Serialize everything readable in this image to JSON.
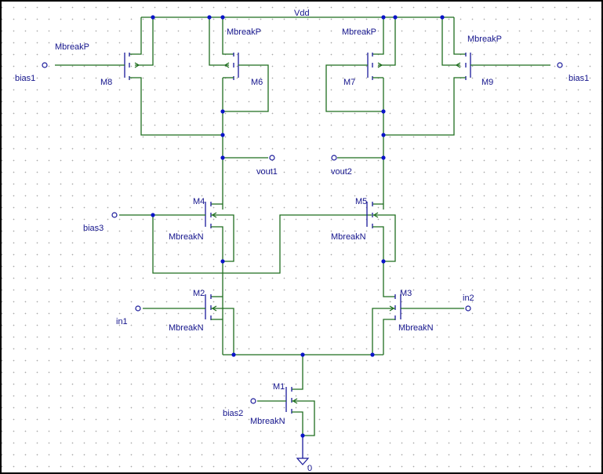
{
  "schematic": {
    "rail_label": "Vdd",
    "ground_label": "0",
    "transistors": [
      {
        "ref": "M8",
        "model": "MbreakP",
        "type": "pmos"
      },
      {
        "ref": "M6",
        "model": "MbreakP",
        "type": "pmos"
      },
      {
        "ref": "M7",
        "model": "MbreakP",
        "type": "pmos"
      },
      {
        "ref": "M9",
        "model": "MbreakP",
        "type": "pmos"
      },
      {
        "ref": "M4",
        "model": "MbreakN",
        "type": "nmos"
      },
      {
        "ref": "M5",
        "model": "MbreakN",
        "type": "nmos"
      },
      {
        "ref": "M2",
        "model": "MbreakN",
        "type": "nmos"
      },
      {
        "ref": "M3",
        "model": "MbreakN",
        "type": "nmos"
      },
      {
        "ref": "M1",
        "model": "MbreakN",
        "type": "nmos"
      }
    ],
    "ports": {
      "bias1_left": "bias1",
      "bias1_right": "bias1",
      "bias2": "bias2",
      "bias3": "bias3",
      "in1": "in1",
      "in2": "in2",
      "vout1": "vout1",
      "vout2": "vout2"
    }
  }
}
